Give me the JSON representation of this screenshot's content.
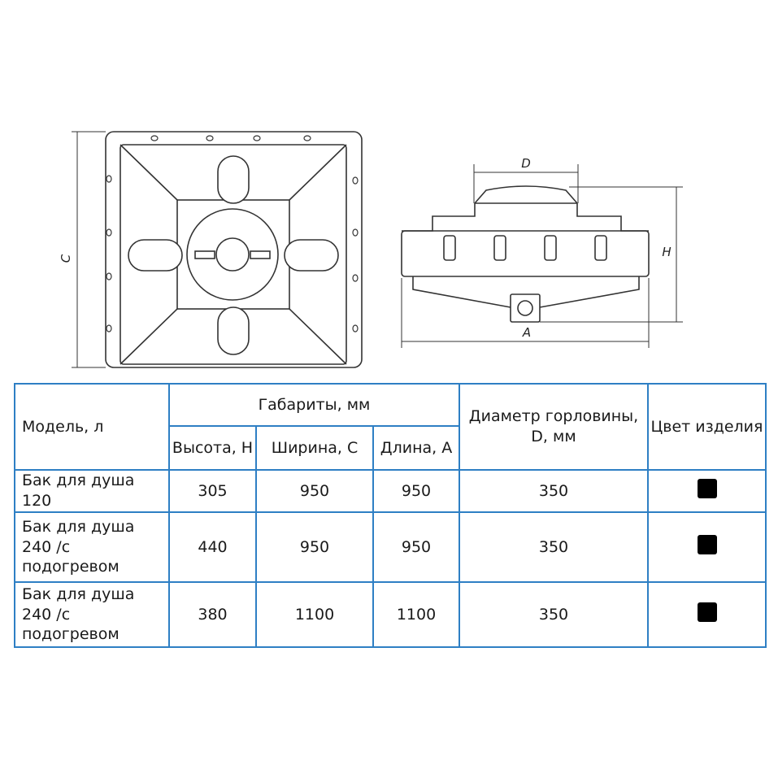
{
  "dimension_labels": {
    "C": "C",
    "D": "D",
    "H": "H",
    "A": "A"
  },
  "table": {
    "header": {
      "model": "Модель, л",
      "dimensions_group": "Габариты, мм",
      "height": "Высота, H",
      "width": "Ширина, C",
      "length": "Длина, A",
      "neck_diameter": "Диаметр горловины, D, мм",
      "color": "Цвет изделия"
    },
    "rows": [
      {
        "model": "Бак для душа 120",
        "height": "305",
        "width": "950",
        "length": "950",
        "neck_diameter": "350",
        "color": "#000000"
      },
      {
        "model": "Бак для душа 240 /с подогревом",
        "height": "440",
        "width": "950",
        "length": "950",
        "neck_diameter": "350",
        "color": "#000000"
      },
      {
        "model": "Бак для душа 240 /с подогревом",
        "height": "380",
        "width": "1100",
        "length": "1100",
        "neck_diameter": "350",
        "color": "#000000"
      }
    ]
  },
  "colors": {
    "table_border": "#2e7fc4",
    "line": "#333333"
  }
}
